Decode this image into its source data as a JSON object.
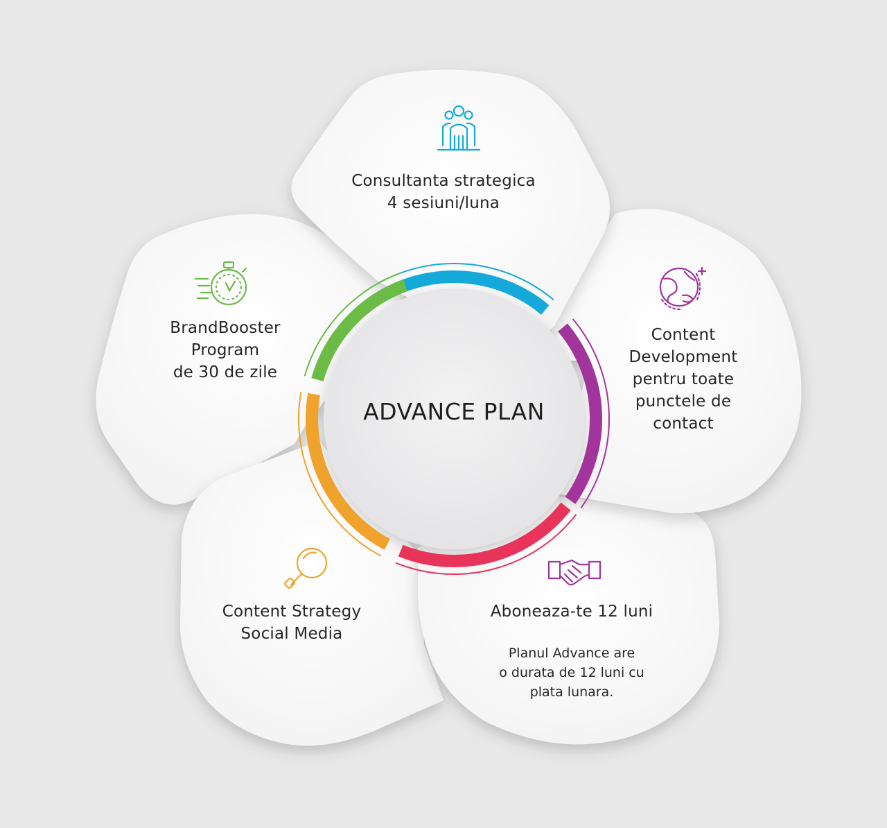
{
  "center": {
    "title": "ADVANCE PLAN"
  },
  "segments": [
    {
      "id": "consultanta",
      "label": "Consultanta strategica\n4 sesiuni/luna",
      "icon": "team-people-icon",
      "color": "#14a9d8"
    },
    {
      "id": "content-development",
      "label": "Content\nDevelopment\npentru toate\npunctele de\ncontact",
      "icon": "globe-icon",
      "color": "#a1359b"
    },
    {
      "id": "aboneaza",
      "label": "Aboneaza-te 12 luni",
      "note": "Planul Advance are\no durata de 12 luni cu\nplata lunara.",
      "icon": "handshake-icon",
      "color": "#e8335a"
    },
    {
      "id": "content-strategy",
      "label": "Content Strategy\nSocial Media",
      "icon": "magnifier-icon",
      "color": "#f0a32c"
    },
    {
      "id": "brandbooster",
      "label": "BrandBooster\nProgram\nde 30 de zile",
      "icon": "stopwatch-icon",
      "color": "#6cbb47"
    }
  ]
}
